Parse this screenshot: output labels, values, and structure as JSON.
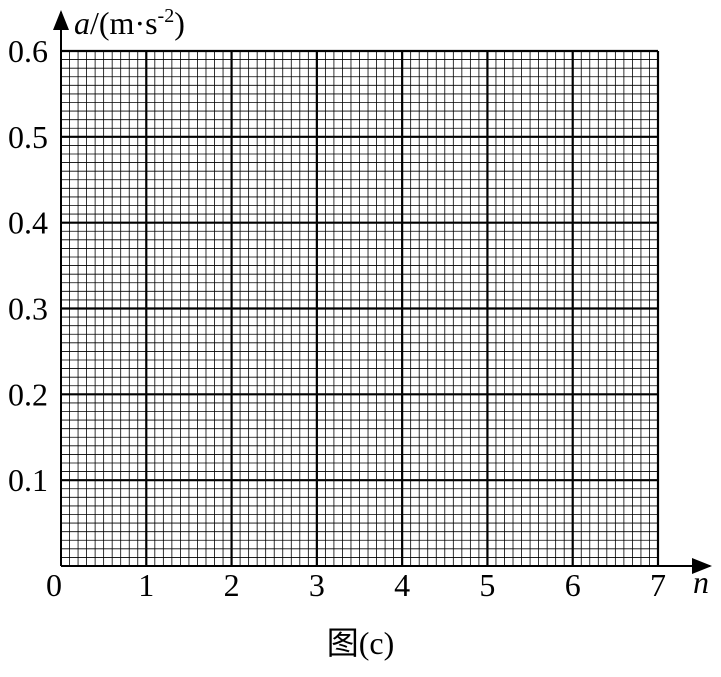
{
  "chart_data": {
    "type": "scatter",
    "series": [],
    "x": {
      "label": "n",
      "ticks": [
        "0",
        "1",
        "2",
        "3",
        "4",
        "5",
        "6",
        "7"
      ],
      "range": [
        0,
        7
      ],
      "major_step": 1,
      "minor_divisions": 10
    },
    "y": {
      "label_symbol": "a",
      "label_unit": "/(m·s",
      "label_exponent": "-2",
      "label_close": ")",
      "ticks": [
        "0.1",
        "0.2",
        "0.3",
        "0.4",
        "0.5",
        "0.6"
      ],
      "range": [
        0,
        0.6
      ],
      "major_step": 0.1,
      "minor_divisions": 10
    },
    "grid": true,
    "caption": "图(c)"
  }
}
